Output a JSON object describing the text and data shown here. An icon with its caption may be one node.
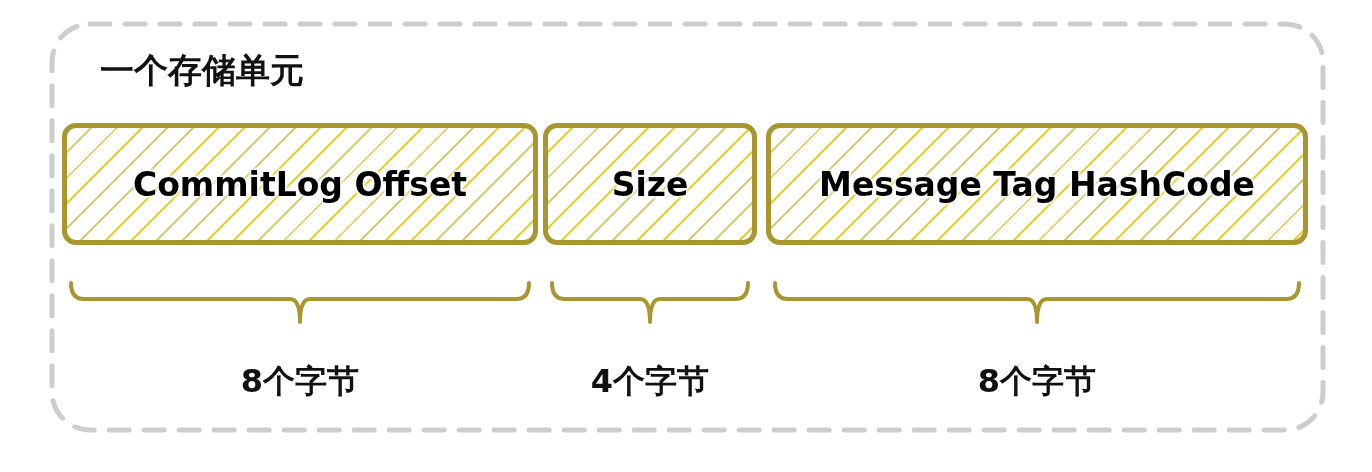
{
  "diagram": {
    "nodes": [
      {
        "text": [
          "一个存储单元"
        ]
      },
      {
        "text": [
          "CommitLog Offset"
        ],
        "in": 0,
        "beside": [
          "8个字节"
        ]
      },
      {
        "text": [
          "Size"
        ],
        "in": 0,
        "beside": [
          "4个字节"
        ]
      },
      {
        "text": [
          "Message Tag HashCode"
        ],
        "in": 0,
        "beside": [
          "8个字节"
        ]
      }
    ],
    "edges": []
  }
}
